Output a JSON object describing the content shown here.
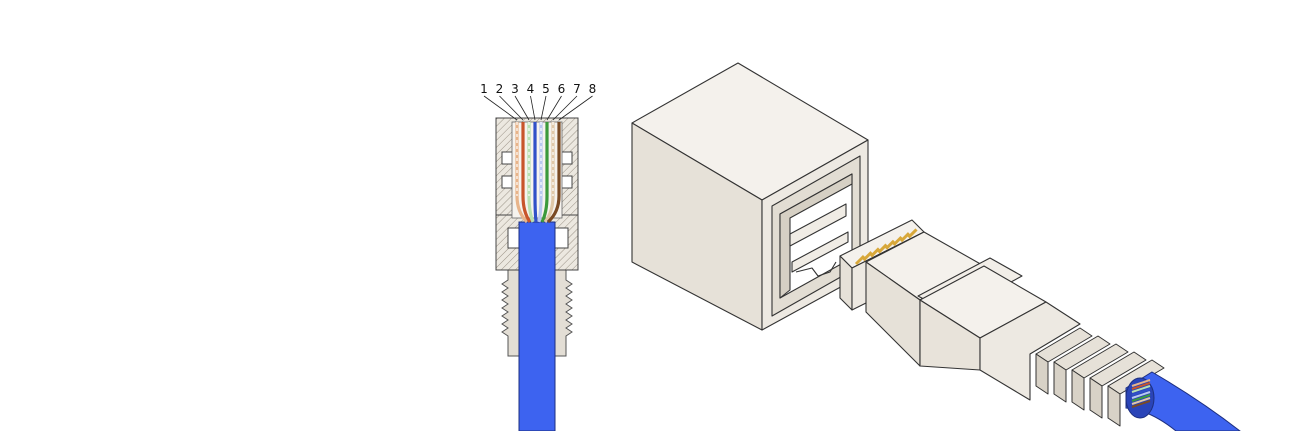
{
  "diagram": {
    "pin_labels": [
      "1",
      "2",
      "3",
      "4",
      "5",
      "6",
      "7",
      "8"
    ],
    "colors": {
      "cable_blue": "#3d63f0",
      "cable_blue_dark": "#2a44b8",
      "housing": "#efece6",
      "housing_shade": "#dcd6cb",
      "housing_dark": "#c9c2b6",
      "contact_gold": "#d8a83a",
      "wire_orange": "#c8552a",
      "wire_green": "#3c9a3c",
      "wire_blue": "#3050c8",
      "wire_brown": "#7a4a24"
    },
    "wire_colors": [
      "#e8b48a",
      "#c8552a",
      "#b8e0b0",
      "#3050c8",
      "#b8c8f0",
      "#3c9a3c",
      "#e0c8a8",
      "#7a4a24"
    ]
  }
}
